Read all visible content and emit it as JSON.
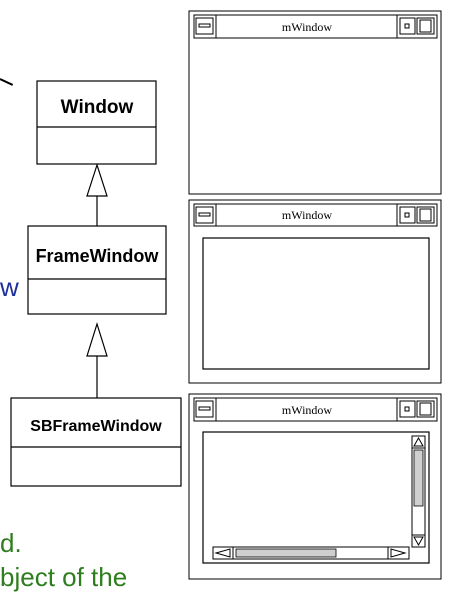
{
  "classes": [
    {
      "id": "window",
      "name": "Window"
    },
    {
      "id": "framewindow",
      "name": "FrameWindow"
    },
    {
      "id": "sbframewindow",
      "name": "SBFrameWindow"
    }
  ],
  "windows": [
    {
      "id": "plain",
      "title": "mWindow"
    },
    {
      "id": "frame",
      "title": "mWindow"
    },
    {
      "id": "scroll",
      "title": "mWindow"
    }
  ],
  "fragments": {
    "left_w": "w",
    "bottom_line1": "d.",
    "bottom_line2": "bject of the"
  },
  "colors": {
    "blue_text": "#1c2f9a",
    "green_text": "#2e7d1e",
    "outline": "#000000",
    "scrollbar_fill": "#cfcfcf"
  }
}
